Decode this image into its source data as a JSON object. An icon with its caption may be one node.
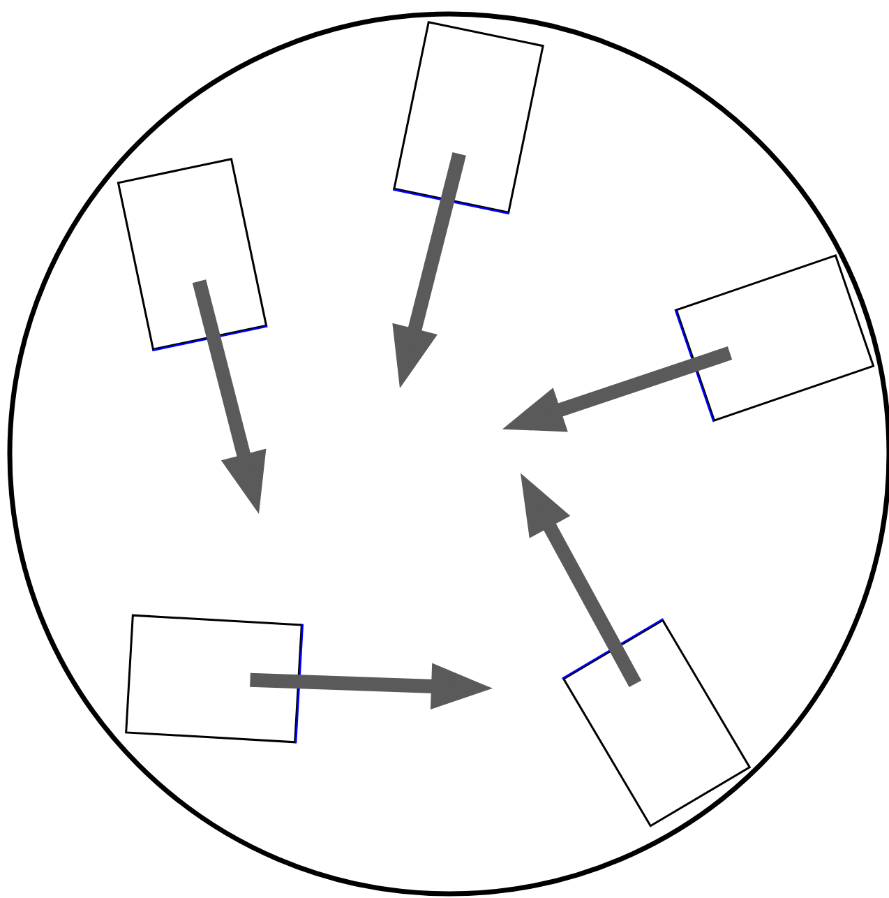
{
  "diagram": {
    "nodes": [
      {
        "text": [],
        "shape": "circle"
      },
      {
        "text": [],
        "shape": "box",
        "in": 0
      },
      {
        "text": [],
        "shape": "box",
        "in": 0
      },
      {
        "text": [],
        "shape": "box",
        "in": 0
      },
      {
        "text": [],
        "shape": "box",
        "in": 0
      },
      {
        "text": [],
        "shape": "box",
        "in": 0
      }
    ],
    "edges": [
      {
        "from": 1,
        "to": null,
        "arrow": "to"
      },
      {
        "from": 2,
        "to": null,
        "arrow": "to"
      },
      {
        "from": 3,
        "to": null,
        "arrow": "to"
      },
      {
        "from": 4,
        "to": null,
        "arrow": "to"
      },
      {
        "from": 5,
        "to": null,
        "arrow": "to"
      }
    ]
  }
}
